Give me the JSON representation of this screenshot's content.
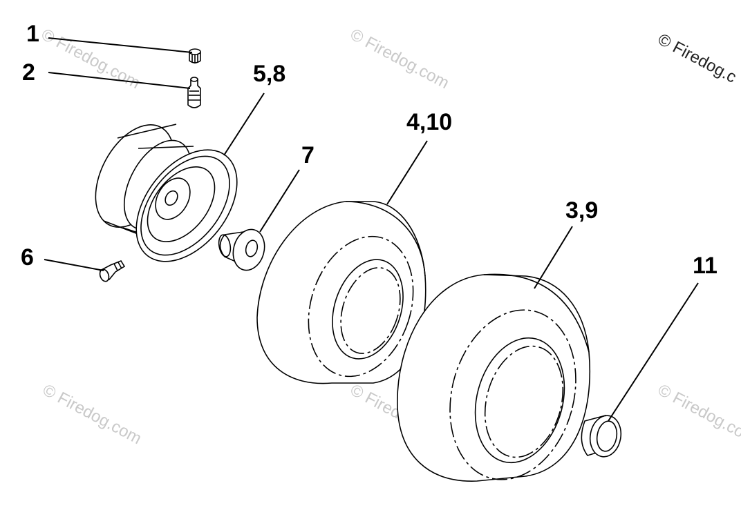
{
  "callouts": {
    "c1": "1",
    "c2": "2",
    "c58": "5,8",
    "c6": "6",
    "c7": "7",
    "c410": "4,10",
    "c39": "3,9",
    "c11": "11"
  },
  "watermarks": {
    "main": "© Firedog.com",
    "corner": "© Firedog.c"
  }
}
